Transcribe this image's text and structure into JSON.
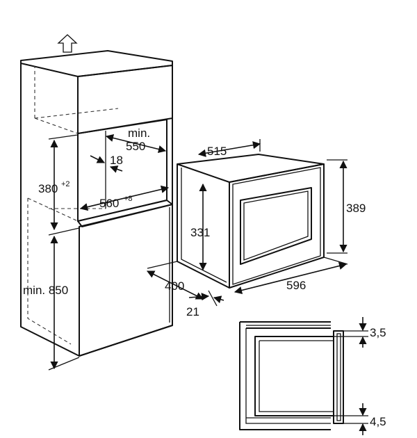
{
  "labels": {
    "min_label": "min.",
    "min_550_value": "550",
    "val_18": "18",
    "val_380": "380",
    "val_380_tol": "+2",
    "val_560": "560",
    "val_560_tol": "+8",
    "val_min_850": "min. 850",
    "val_515": "515",
    "val_389": "389",
    "val_331": "331",
    "val_400": "400",
    "val_596": "596",
    "val_21": "21",
    "val_3_5": "3,5",
    "val_4_5": "4,5"
  }
}
